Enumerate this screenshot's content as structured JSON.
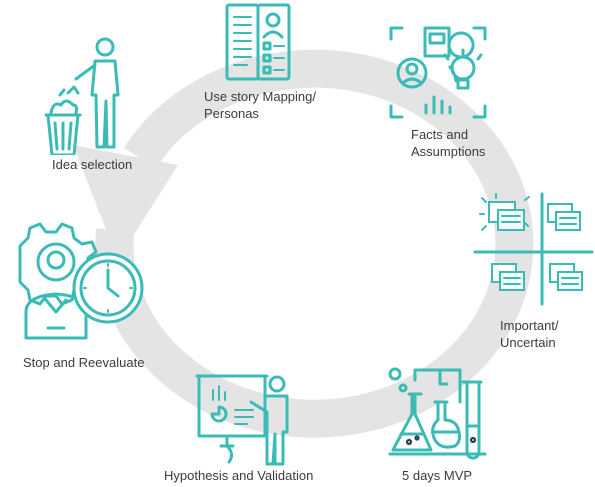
{
  "diagram": {
    "stages": [
      {
        "id": "idea",
        "label": "Idea selection",
        "icon": "person-trash-icon"
      },
      {
        "id": "story",
        "label_lines": [
          "Use story Mapping/",
          "Personas"
        ],
        "icon": "persona-card-icon"
      },
      {
        "id": "facts",
        "label_lines": [
          "Facts and",
          "Assumptions"
        ],
        "icon": "insight-frame-icon"
      },
      {
        "id": "important",
        "label_lines": [
          "Important/",
          "Uncertain"
        ],
        "icon": "sticky-notes-matrix-icon"
      },
      {
        "id": "mvp",
        "label": "5 days MVP",
        "icon": "lab-flasks-icon"
      },
      {
        "id": "hypothesis",
        "label": "Hypothesis and Validation",
        "icon": "presenter-board-icon"
      },
      {
        "id": "stop",
        "label": "Stop and Reevaluate",
        "icon": "gear-clock-person-icon"
      }
    ],
    "colors": {
      "accent": "#3bbbb5",
      "arrow": "#e4e4e4",
      "text": "#3c3c3c",
      "dark": "#2f3f4f"
    }
  }
}
